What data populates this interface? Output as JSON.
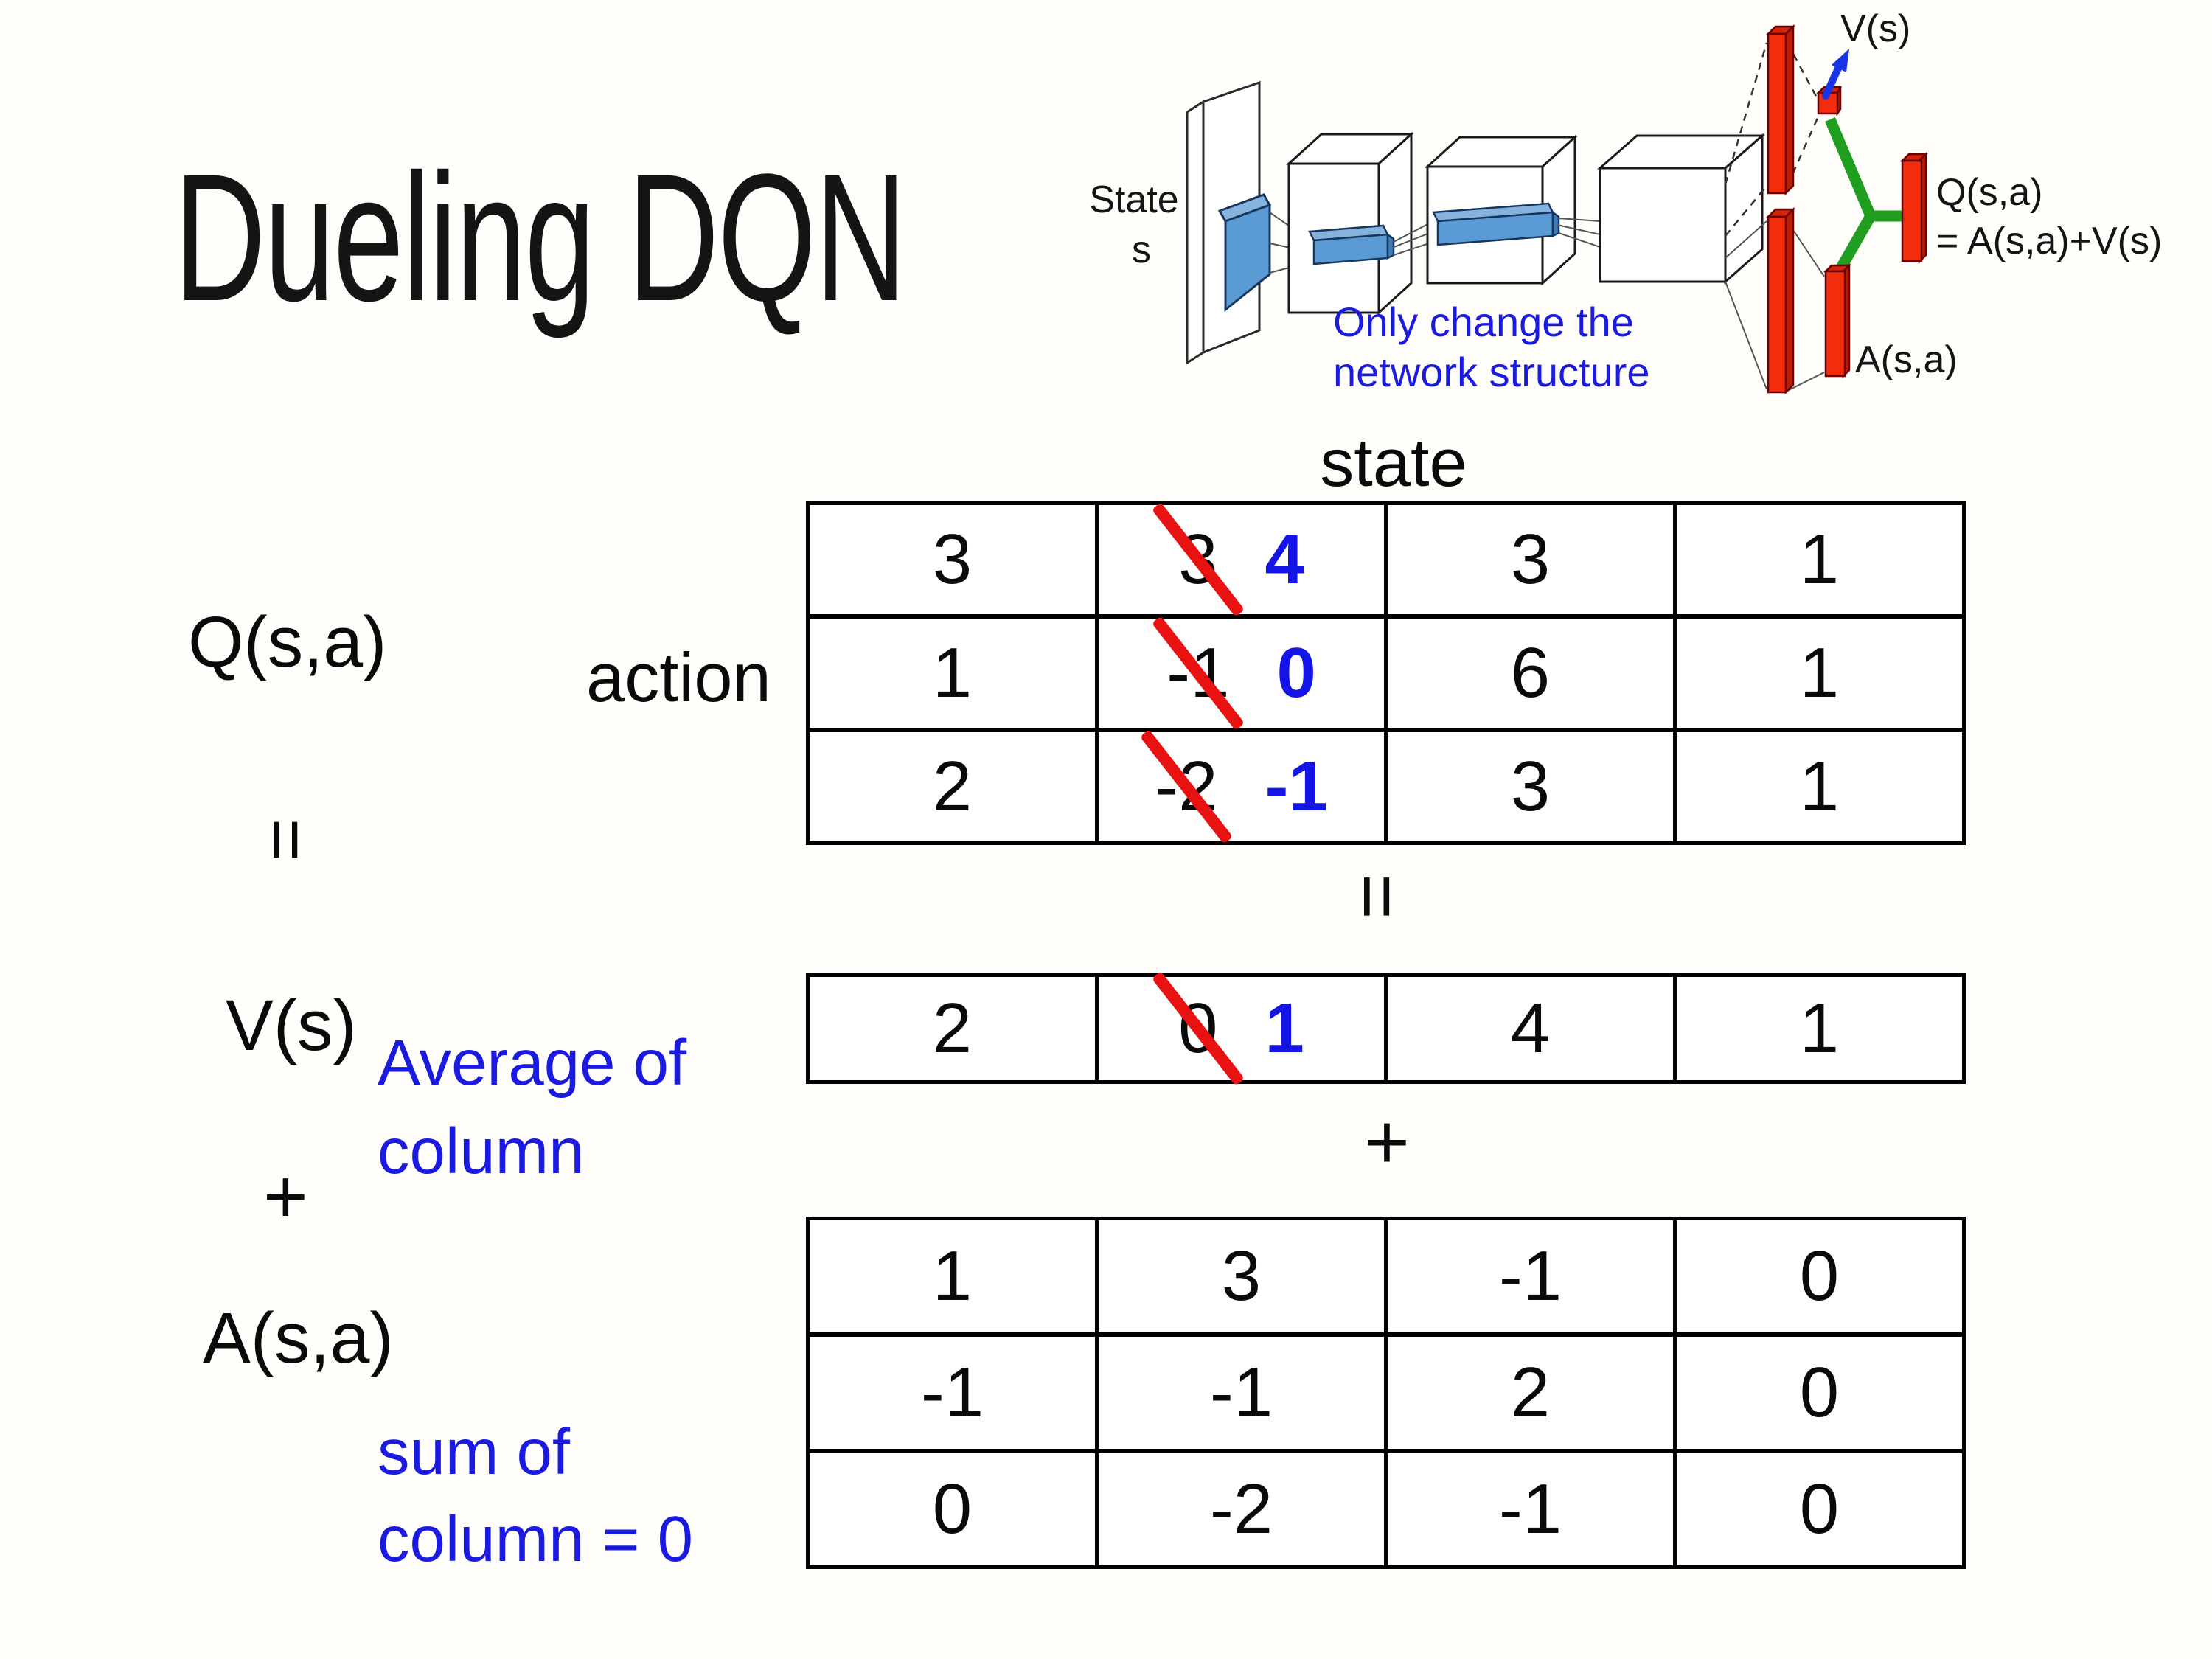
{
  "slide_title": "Dueling DQN",
  "colors": {
    "annotation_blue": "#1a1ae0",
    "corrected_value_blue": "#1414e6",
    "strike_red": "#e81212",
    "table_border": "#000000",
    "fc_bar_red": "#f22c0c",
    "conv_slab_blue": "#5b9bd5",
    "merge_green": "#1f9e1f",
    "value_arrow_blue": "#1836e6"
  },
  "diagram": {
    "state_line1": "State",
    "state_line2": "s",
    "v_out_label": "V(s)",
    "q_out_line1": "Q(s,a)",
    "q_out_line2": "= A(s,a)+V(s)",
    "a_out_label": "A(s,a)",
    "note_line1": "Only change the",
    "note_line2": "network structure"
  },
  "equation": {
    "q_label": "Q(s,a)",
    "equals_left": "=",
    "v_label": "V(s)",
    "plus_left": "+",
    "a_label": "A(s,a)",
    "state_header": "state",
    "action_header": "action",
    "equals_center": "=",
    "plus_center": "+",
    "avg_note_line1": "Average of",
    "avg_note_line2": "column",
    "sum_note_line1": "sum of",
    "sum_note_line2": "column = 0"
  },
  "q_table": {
    "rows": [
      {
        "cells": [
          {
            "v": "3"
          },
          {
            "v": "3",
            "strike": true,
            "nv": "4"
          },
          {
            "v": "3"
          },
          {
            "v": "1"
          }
        ]
      },
      {
        "cells": [
          {
            "v": "1"
          },
          {
            "v": "-1",
            "strike": true,
            "nv": "0"
          },
          {
            "v": "6"
          },
          {
            "v": "1"
          }
        ]
      },
      {
        "cells": [
          {
            "v": "2"
          },
          {
            "v": "-2",
            "strike": true,
            "nv": "-1"
          },
          {
            "v": "3"
          },
          {
            "v": "1"
          }
        ]
      }
    ]
  },
  "v_table": {
    "rows": [
      {
        "cells": [
          {
            "v": "2"
          },
          {
            "v": "0",
            "strike": true,
            "nv": "1"
          },
          {
            "v": "4"
          },
          {
            "v": "1"
          }
        ]
      }
    ]
  },
  "a_table": {
    "rows": [
      {
        "cells": [
          {
            "v": "1"
          },
          {
            "v": "3"
          },
          {
            "v": "-1"
          },
          {
            "v": "0"
          }
        ]
      },
      {
        "cells": [
          {
            "v": "-1"
          },
          {
            "v": "-1"
          },
          {
            "v": "2"
          },
          {
            "v": "0"
          }
        ]
      },
      {
        "cells": [
          {
            "v": "0"
          },
          {
            "v": "-2"
          },
          {
            "v": "-1"
          },
          {
            "v": "0"
          }
        ]
      }
    ]
  }
}
